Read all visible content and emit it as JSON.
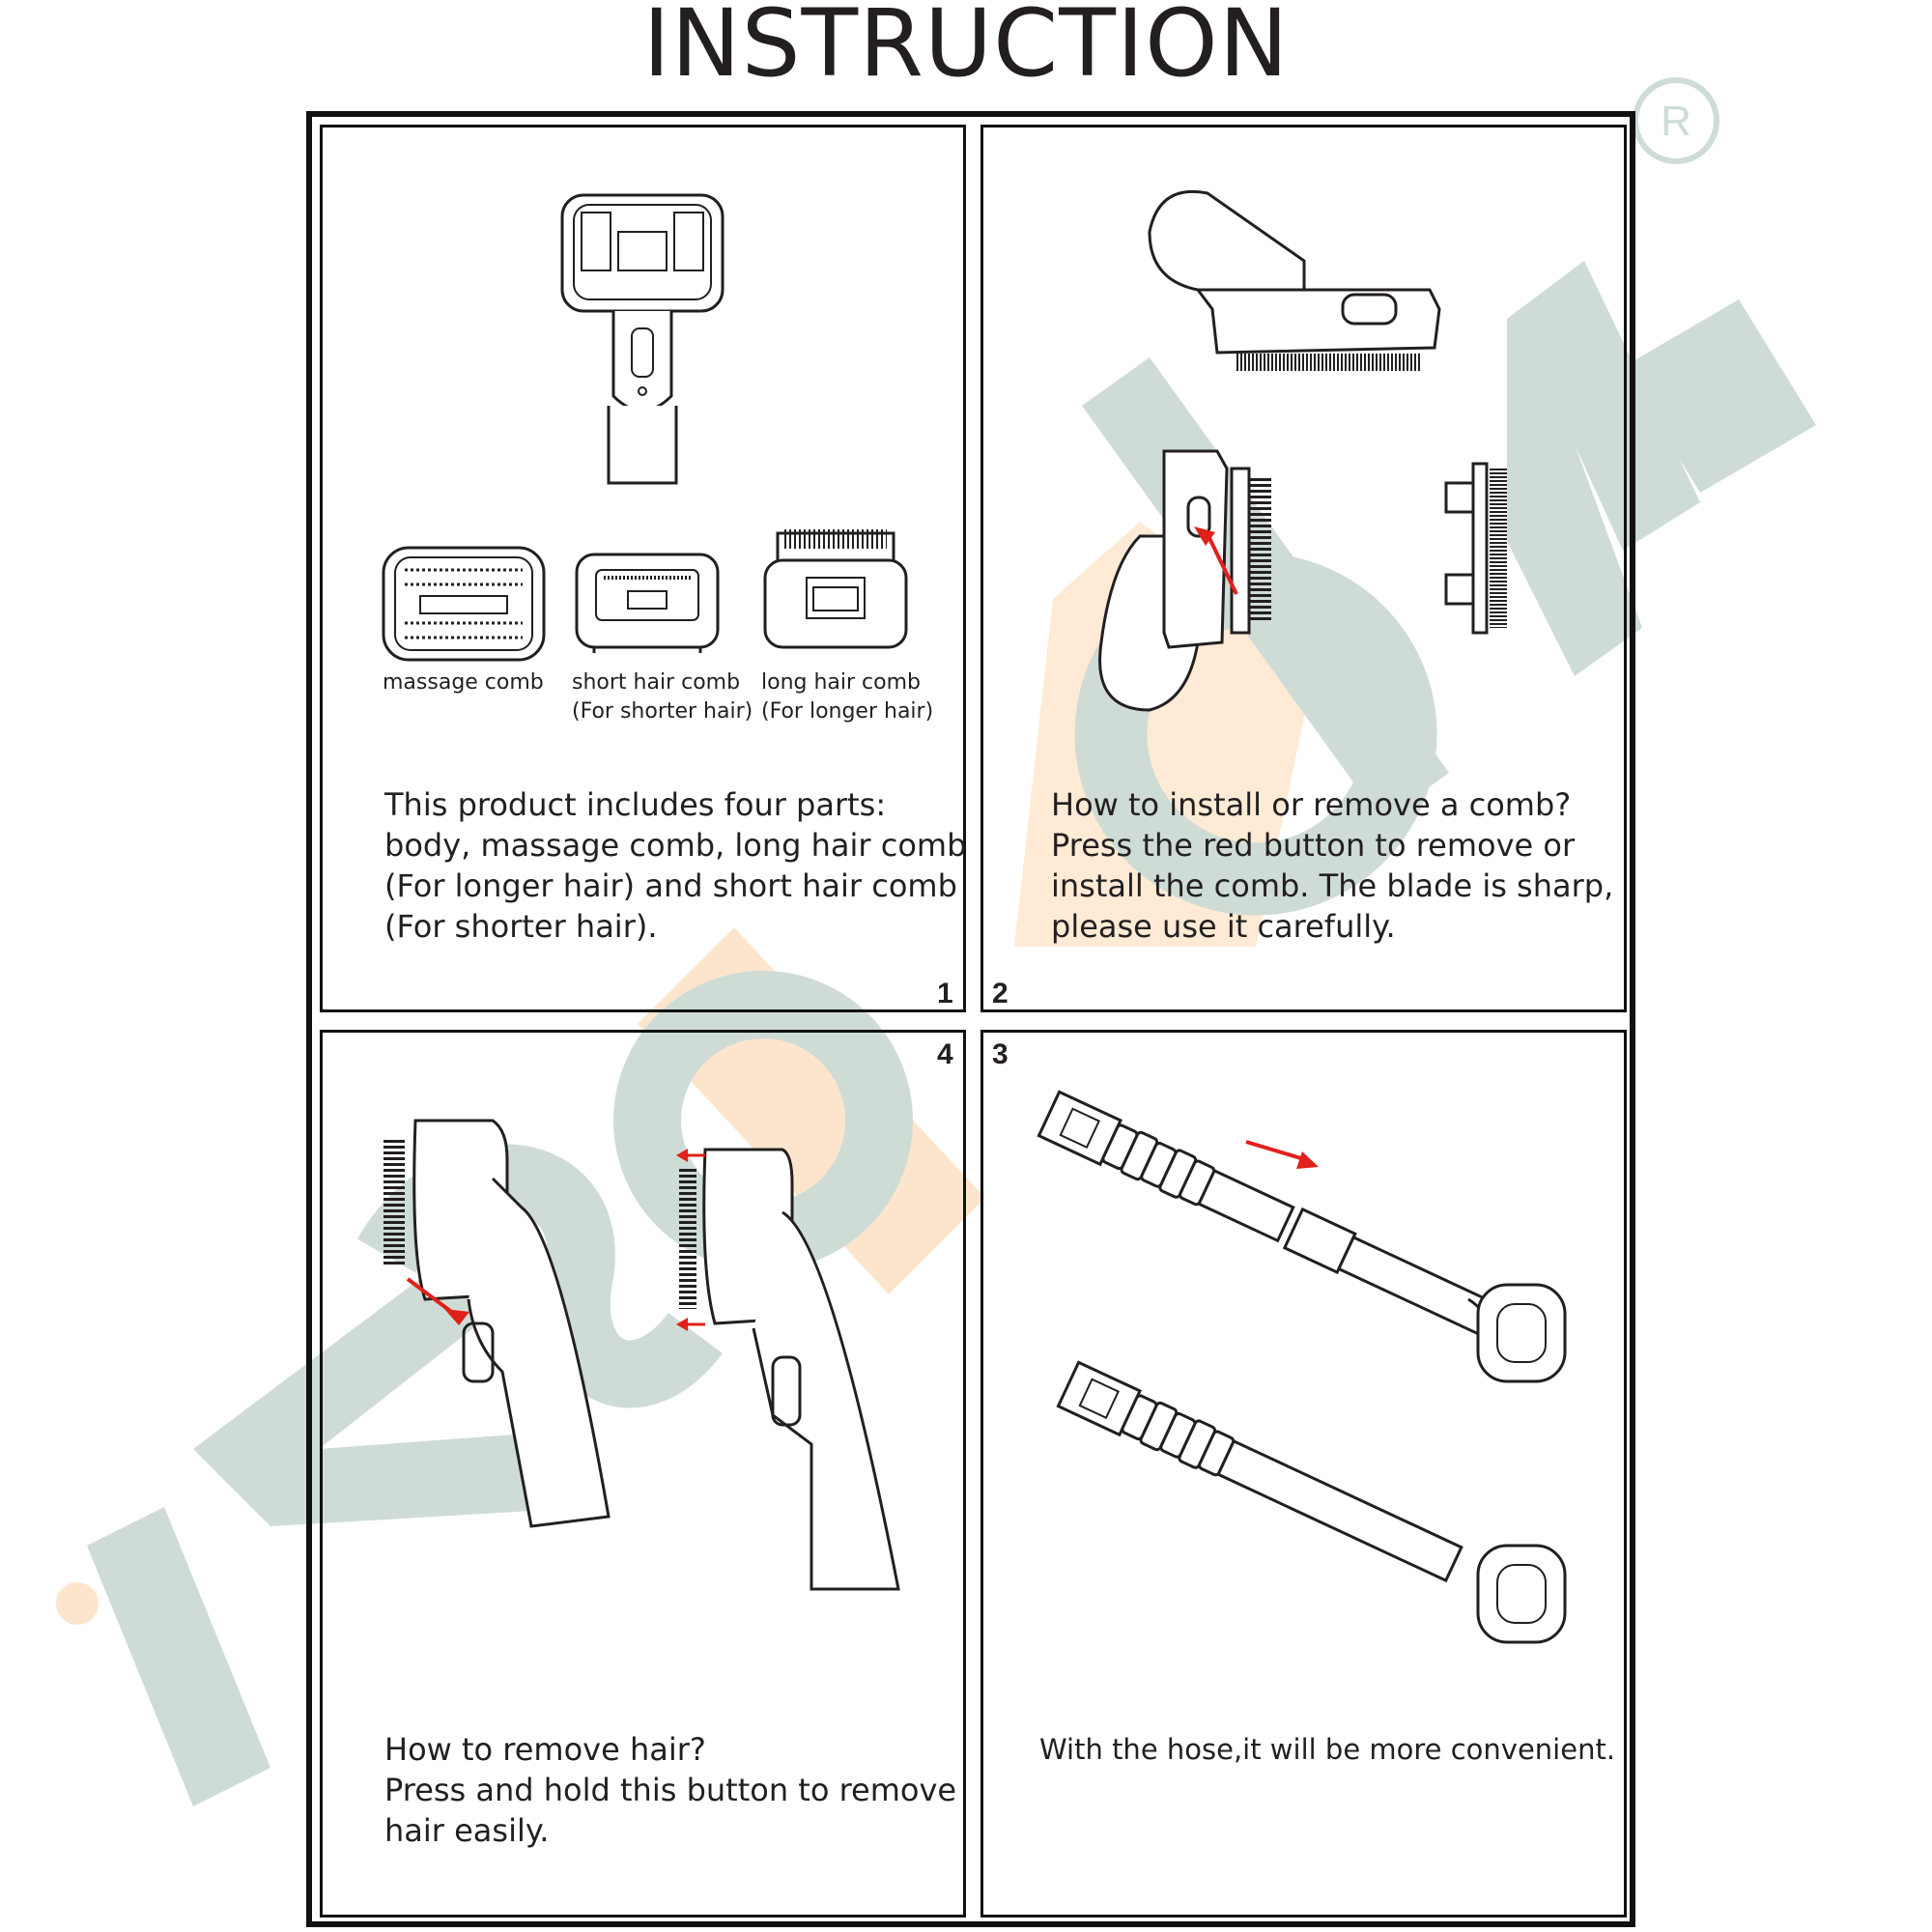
{
  "title": "INSTRUCTION",
  "watermark": {
    "text": "iZSOHOME",
    "registered_mark": "R",
    "color_letters": "#c9d8d1",
    "color_accent": "#fde3c8"
  },
  "panels": {
    "p1": {
      "number": "1",
      "parts": [
        {
          "label_line1": "massage comb",
          "label_line2": ""
        },
        {
          "label_line1": "short hair comb",
          "label_line2": "(For shorter hair)"
        },
        {
          "label_line1": "long hair comb",
          "label_line2": "(For longer hair)"
        }
      ],
      "text": [
        "This product includes four parts:",
        "body, massage comb, long hair comb",
        "(For longer hair) and short hair comb",
        "(For shorter hair)."
      ]
    },
    "p2": {
      "number": "2",
      "text": [
        "How to install or remove a comb?",
        "Press the red button to remove or",
        "install the comb. The blade is sharp,",
        "please use it carefully."
      ]
    },
    "p3": {
      "number": "3",
      "text": [
        "With the hose,it will be more convenient."
      ]
    },
    "p4": {
      "number": "4",
      "text": [
        "How to remove hair?",
        "Press and hold this button to remove",
        "hair easily."
      ]
    }
  },
  "colors": {
    "arrow": "#e0201b",
    "line": "#231f20"
  }
}
